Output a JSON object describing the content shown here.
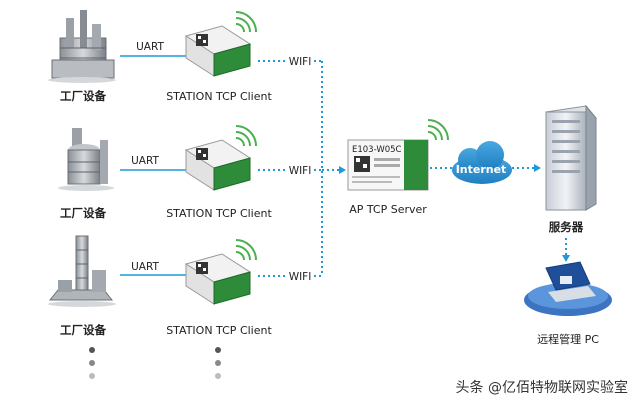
{
  "devices": {
    "rows": [
      {
        "equipment_label": "工厂设备",
        "link_label": "UART",
        "module_label": "STATION TCP Client",
        "wifi_label": "WIFI"
      },
      {
        "equipment_label": "工厂设备",
        "link_label": "UART",
        "module_label": "STATION TCP Client",
        "wifi_label": "WIFI"
      },
      {
        "equipment_label": "工厂设备",
        "link_label": "UART",
        "module_label": "STATION TCP Client",
        "wifi_label": "WIFI"
      }
    ]
  },
  "ap": {
    "module_text": "E103-W05C",
    "label": "AP TCP Server"
  },
  "internet": {
    "label": "Internet"
  },
  "server": {
    "label": "服务器"
  },
  "remote_pc": {
    "label": "远程管理 PC"
  },
  "watermark": {
    "text": "头条 @亿佰特物联网实验室"
  },
  "colors": {
    "link_blue": "#1f9ad6",
    "module_green": "#2e8b3a",
    "cloud_blue": "#2a8fd0",
    "signal_green": "#4caf50"
  },
  "icons": [
    "wifi-signal-icon",
    "cloud-icon",
    "server-icon",
    "pc-icon",
    "factory-icon"
  ]
}
